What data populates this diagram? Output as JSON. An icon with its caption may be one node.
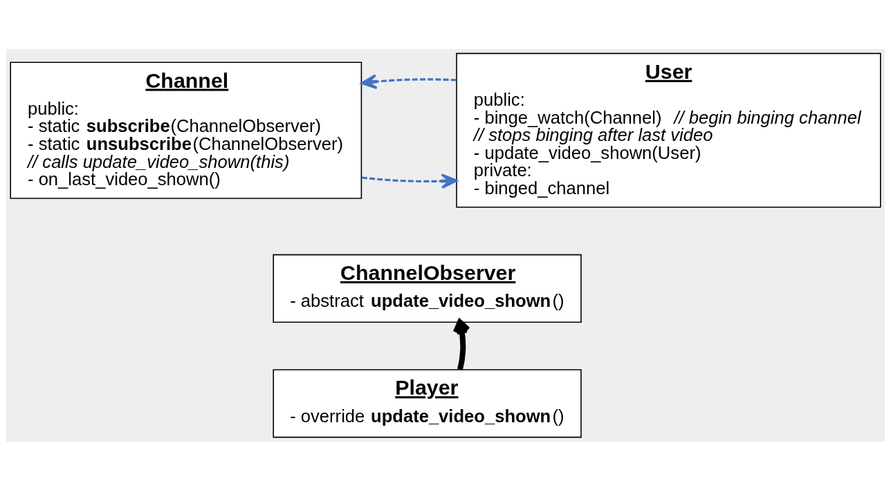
{
  "diagram": {
    "nodes": [
      {
        "text": [
          "Channel",
          "public:",
          "- static **subscribe**(ChannelObserver)",
          "- static **unsubscribe**(ChannelObserver)",
          "*// calls update_video_shown(this)*",
          "- on_last_video_shown()"
        ]
      },
      {
        "text": [
          "User",
          "public:",
          "- binge_watch(Channel)  *// begin binging channel*",
          "*// stops binging after last video*",
          "- update_video_shown(User)",
          "private:",
          "- binged_channel"
        ]
      },
      {
        "text": [
          "ChannelObserver",
          "- abstract **update_video_shown**()"
        ]
      },
      {
        "text": [
          "Player",
          "- override **update_video_shown**()"
        ]
      }
    ],
    "edges": [
      {
        "from": 0,
        "to": 1,
        "arrow": "to",
        "style": "dashed"
      },
      {
        "from": 1,
        "to": 0,
        "arrow": "to",
        "style": "dashed"
      },
      {
        "from": 3,
        "to": 2,
        "arrow": "to",
        "style": "thick",
        "color": "#000000"
      }
    ]
  }
}
